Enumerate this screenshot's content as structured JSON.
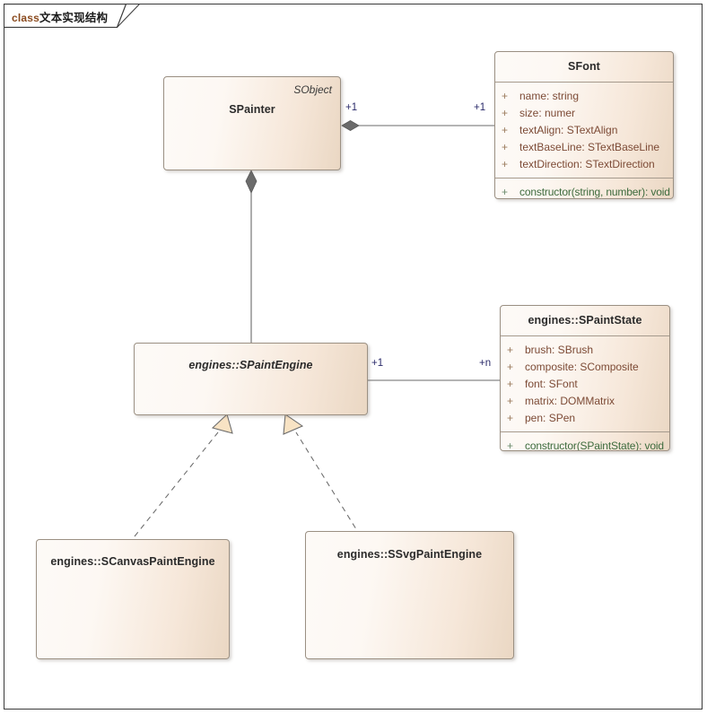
{
  "frame": {
    "title_latin": "class",
    "title_cjk": "文本实现结构"
  },
  "classes": {
    "spainter": {
      "name": "SPainter",
      "stereotype": "SObject",
      "abstract": false,
      "attributes": [],
      "operations": []
    },
    "sfont": {
      "name": "SFont",
      "stereotype": "",
      "abstract": false,
      "attributes": [
        {
          "visibility": "+",
          "text": "name: string"
        },
        {
          "visibility": "+",
          "text": "size: numer"
        },
        {
          "visibility": "+",
          "text": "textAlign: STextAlign"
        },
        {
          "visibility": "+",
          "text": "textBaseLine: STextBaseLine"
        },
        {
          "visibility": "+",
          "text": "textDirection: STextDirection"
        }
      ],
      "operations": [
        {
          "visibility": "+",
          "text": "constructor(string, number): void"
        }
      ]
    },
    "spaintengine": {
      "name": "engines::SPaintEngine",
      "stereotype": "",
      "abstract": true,
      "attributes": [],
      "operations": []
    },
    "spaintstate": {
      "name": "engines::SPaintState",
      "stereotype": "",
      "abstract": false,
      "attributes": [
        {
          "visibility": "+",
          "text": "brush: SBrush"
        },
        {
          "visibility": "+",
          "text": "composite: SComposite"
        },
        {
          "visibility": "+",
          "text": "font: SFont"
        },
        {
          "visibility": "+",
          "text": "matrix: DOMMatrix"
        },
        {
          "visibility": "+",
          "text": "pen: SPen"
        }
      ],
      "operations": [
        {
          "visibility": "+",
          "text": "constructor(SPaintState): void"
        }
      ]
    },
    "scanvaspaintengine": {
      "name": "engines::SCanvasPaintEngine",
      "stereotype": "",
      "abstract": false,
      "attributes": [],
      "operations": []
    },
    "ssvgpaintengine": {
      "name": "engines::SSvgPaintEngine",
      "stereotype": "",
      "abstract": false,
      "operations": []
    }
  },
  "connectors": {
    "spainter_sfont": {
      "kind": "composition",
      "source_mult": "+1",
      "target_mult": "+1"
    },
    "spainter_spaintengine": {
      "kind": "composition",
      "source_mult": "",
      "target_mult": ""
    },
    "spaintengine_spaintstate": {
      "kind": "association",
      "source_mult": "+1",
      "target_mult": "+n"
    },
    "canvas_realization": {
      "kind": "realization"
    },
    "svg_realization": {
      "kind": "realization"
    }
  },
  "colors": {
    "box_fill_light": "#fdfaf7",
    "box_fill_dark": "#ead7c3",
    "box_border": "#9b9083",
    "attr_text": "#7c4a35",
    "op_text": "#3d6b3d",
    "mult_text": "#2a2a6a",
    "connector_line": "#6a6a6a",
    "diamond_fill": "#6b6b6b",
    "triangle_fill": "#f5dfbf",
    "frame_border": "#3a3a3a",
    "frame_title_latin": "#8a4a1e"
  }
}
